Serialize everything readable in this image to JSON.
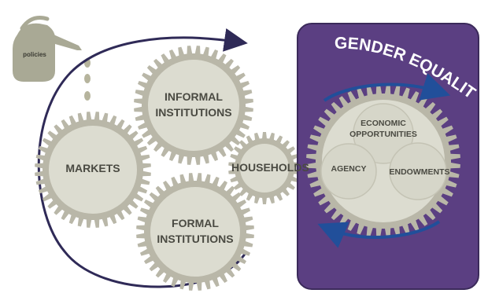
{
  "diagram": {
    "policies_label": "policies",
    "title": "GENDER EQUALITY",
    "gears": {
      "markets": "MARKETS",
      "informal": [
        "INFORMAL",
        "INSTITUTIONS"
      ],
      "formal": [
        "FORMAL",
        "INSTITUTIONS"
      ],
      "household": "HOUSEHOLDS"
    },
    "circles": {
      "economic": [
        "ECONOMIC",
        "OPPORTUNITIES"
      ],
      "agency": "AGENCY",
      "endowments": "ENDOWMENTS"
    }
  },
  "colors": {
    "gear_rim": "#b9b7a8",
    "gear_face": "#dcdcd0",
    "panel": "#5b3f82",
    "panel_border": "#3b2a5a",
    "dark_arrow": "#2f2a57",
    "blue_arrow": "#214f9a",
    "jug": "#a9a995",
    "circle": "#d6d6c9",
    "text": "#4a4a42"
  }
}
